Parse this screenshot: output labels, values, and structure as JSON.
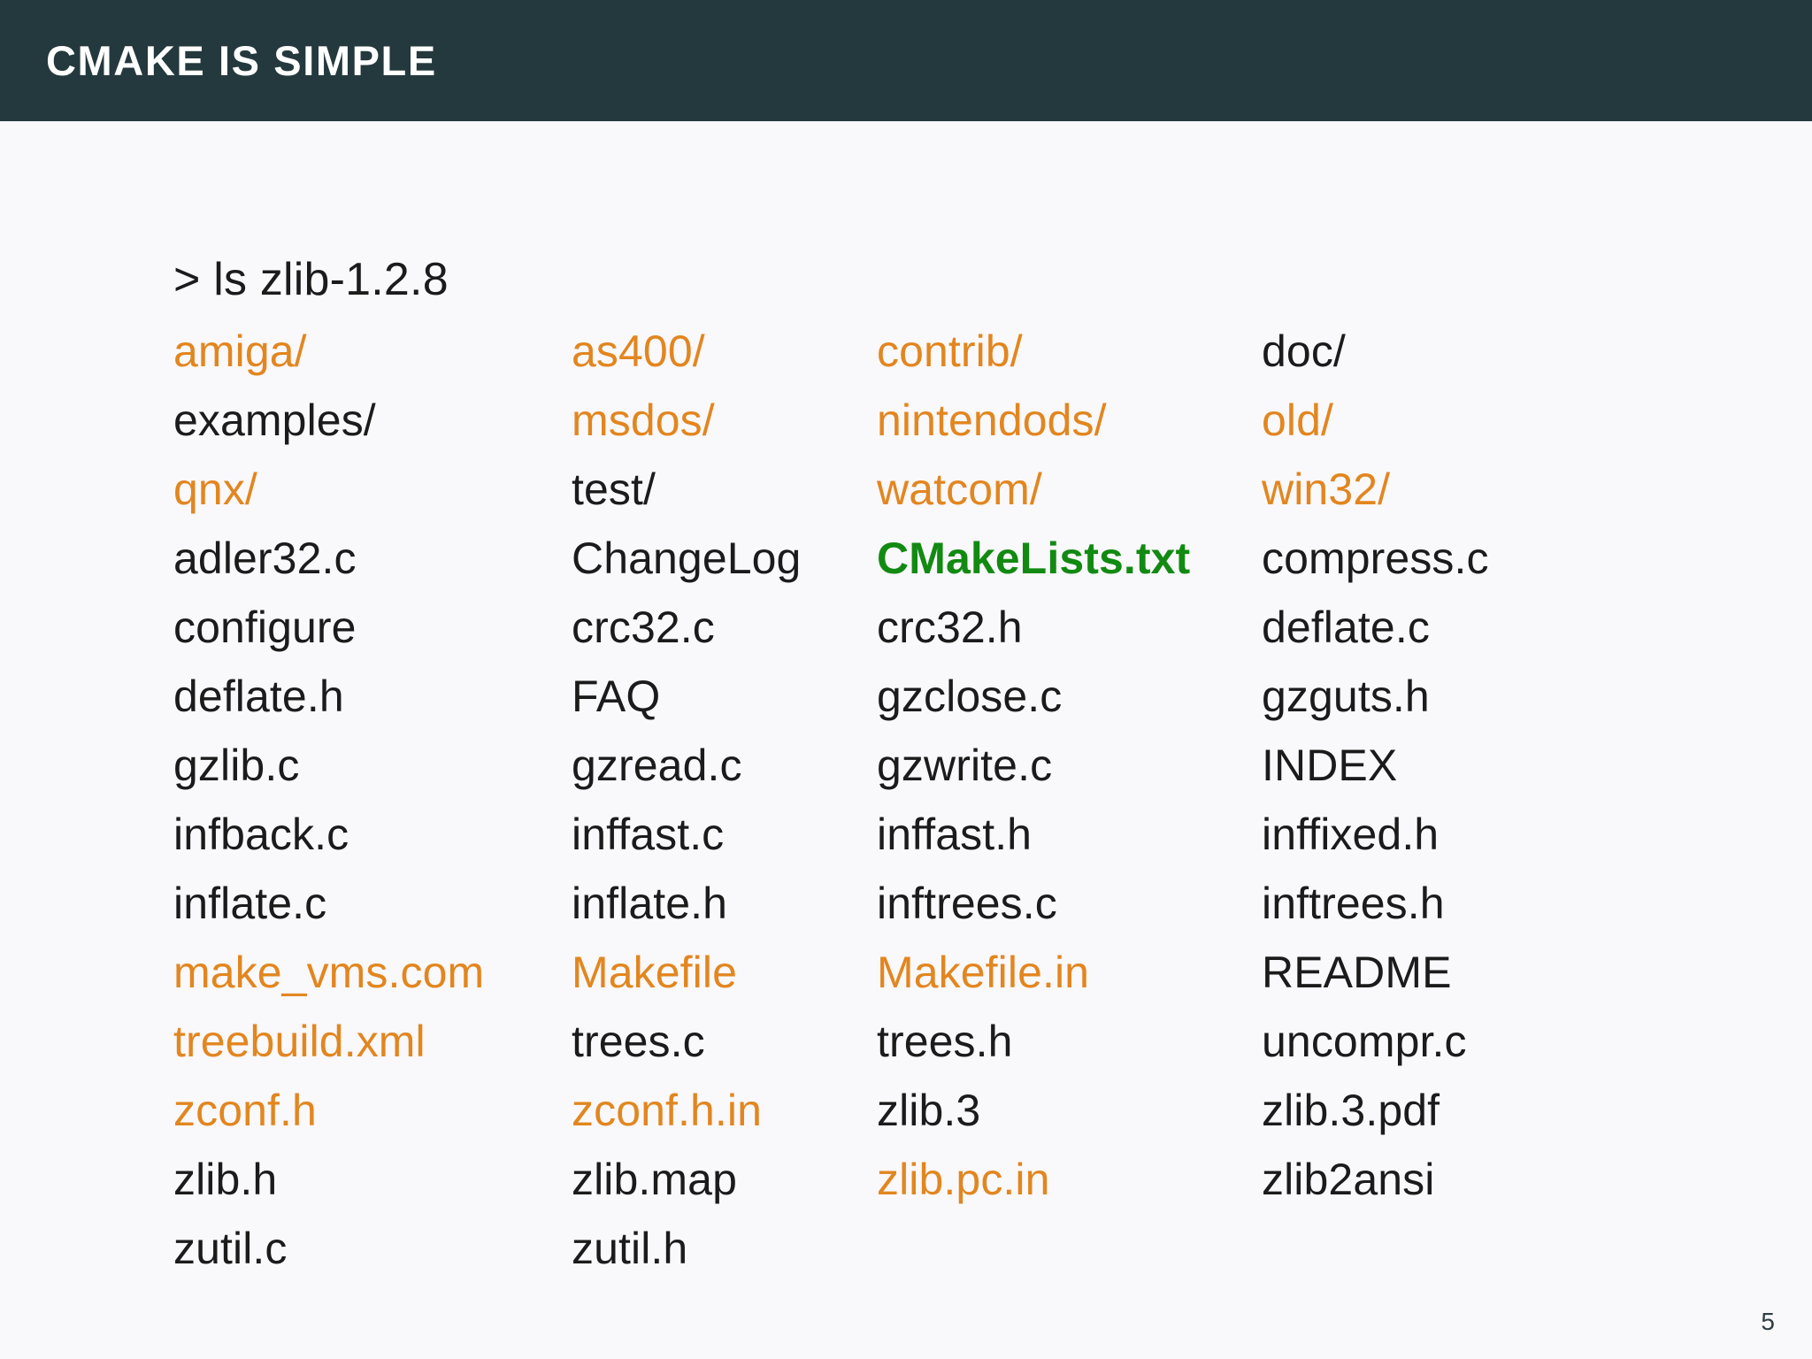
{
  "slide": {
    "title": "CMAKE IS SIMPLE",
    "page_number": "5",
    "colors": {
      "header_bg": "#24393d",
      "header_text": "#ffffff",
      "page_bg": "#f9f8fb",
      "text_default": "#1b1b1b",
      "directory_orange": "#e2861f",
      "highlight_green": "#128a12"
    }
  },
  "terminal": {
    "prompt_line": "> ls zlib-1.2.8",
    "columns": 4,
    "rows": [
      [
        {
          "name": "amiga/",
          "color": "dir"
        },
        {
          "name": "as400/",
          "color": "dir"
        },
        {
          "name": "contrib/",
          "color": "dir"
        },
        {
          "name": "doc/",
          "color": "dark"
        }
      ],
      [
        {
          "name": "examples/",
          "color": "dark"
        },
        {
          "name": "msdos/",
          "color": "dir"
        },
        {
          "name": "nintendods/",
          "color": "dir"
        },
        {
          "name": "old/",
          "color": "dir"
        }
      ],
      [
        {
          "name": "qnx/",
          "color": "dir"
        },
        {
          "name": "test/",
          "color": "dark"
        },
        {
          "name": "watcom/",
          "color": "dir"
        },
        {
          "name": "win32/",
          "color": "dir"
        }
      ],
      [
        {
          "name": "adler32.c",
          "color": "dark"
        },
        {
          "name": "ChangeLog",
          "color": "dark"
        },
        {
          "name": "CMakeLists.txt",
          "color": "accent"
        },
        {
          "name": "compress.c",
          "color": "dark"
        }
      ],
      [
        {
          "name": "configure",
          "color": "dark"
        },
        {
          "name": "crc32.c",
          "color": "dark"
        },
        {
          "name": "crc32.h",
          "color": "dark"
        },
        {
          "name": "deflate.c",
          "color": "dark"
        }
      ],
      [
        {
          "name": "deflate.h",
          "color": "dark"
        },
        {
          "name": "FAQ",
          "color": "dark"
        },
        {
          "name": "gzclose.c",
          "color": "dark"
        },
        {
          "name": "gzguts.h",
          "color": "dark"
        }
      ],
      [
        {
          "name": "gzlib.c",
          "color": "dark"
        },
        {
          "name": "gzread.c",
          "color": "dark"
        },
        {
          "name": "gzwrite.c",
          "color": "dark"
        },
        {
          "name": "INDEX",
          "color": "dark"
        }
      ],
      [
        {
          "name": "infback.c",
          "color": "dark"
        },
        {
          "name": "inffast.c",
          "color": "dark"
        },
        {
          "name": "inffast.h",
          "color": "dark"
        },
        {
          "name": "inffixed.h",
          "color": "dark"
        }
      ],
      [
        {
          "name": "inflate.c",
          "color": "dark"
        },
        {
          "name": "inflate.h",
          "color": "dark"
        },
        {
          "name": "inftrees.c",
          "color": "dark"
        },
        {
          "name": "inftrees.h",
          "color": "dark"
        }
      ],
      [
        {
          "name": "make_vms.com",
          "color": "exec"
        },
        {
          "name": "Makefile",
          "color": "exec"
        },
        {
          "name": "Makefile.in",
          "color": "exec"
        },
        {
          "name": "README",
          "color": "dark"
        }
      ],
      [
        {
          "name": "treebuild.xml",
          "color": "exec"
        },
        {
          "name": "trees.c",
          "color": "dark"
        },
        {
          "name": "trees.h",
          "color": "dark"
        },
        {
          "name": "uncompr.c",
          "color": "dark"
        }
      ],
      [
        {
          "name": "zconf.h",
          "color": "exec"
        },
        {
          "name": "zconf.h.in",
          "color": "exec"
        },
        {
          "name": "zlib.3",
          "color": "dark"
        },
        {
          "name": "zlib.3.pdf",
          "color": "dark"
        }
      ],
      [
        {
          "name": "zlib.h",
          "color": "dark"
        },
        {
          "name": "zlib.map",
          "color": "dark"
        },
        {
          "name": "zlib.pc.in",
          "color": "exec"
        },
        {
          "name": "zlib2ansi",
          "color": "dark"
        }
      ],
      [
        {
          "name": "zutil.c",
          "color": "dark"
        },
        {
          "name": "zutil.h",
          "color": "dark"
        },
        {
          "name": "",
          "color": "empty"
        },
        {
          "name": "",
          "color": "empty"
        }
      ]
    ]
  }
}
